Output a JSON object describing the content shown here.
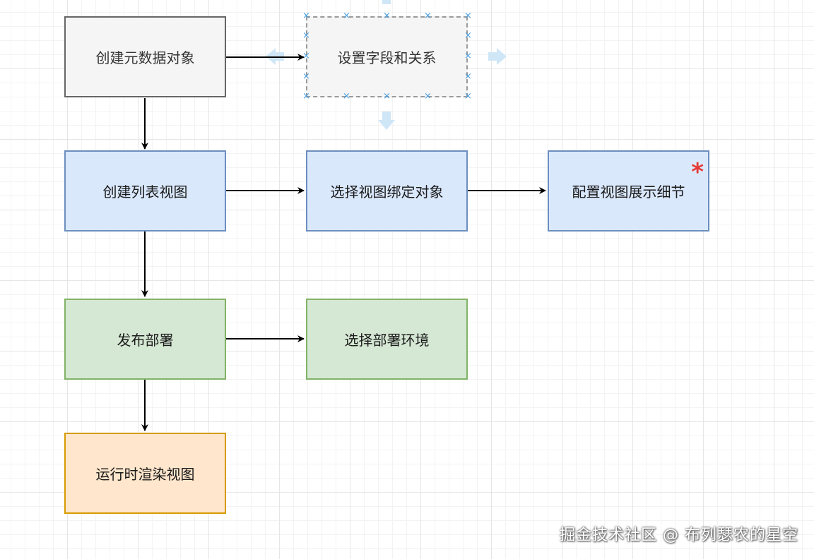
{
  "nodes": {
    "create_metadata": "创建元数据对象",
    "set_fields": "设置字段和关系",
    "create_list_view": "创建列表视图",
    "select_bind_object": "选择视图绑定对象",
    "configure_view_details": "配置视图展示细节",
    "publish_deploy": "发布部署",
    "select_environment": "选择部署环境",
    "runtime_render": "运行时渲染视图"
  },
  "marker": "*",
  "watermark": "掘金技术社区 @ 布列瑟农的星空",
  "colors": {
    "gray_fill": "#f5f5f5",
    "blue_fill": "#dae8fc",
    "green_fill": "#d5e8d4",
    "orange_fill": "#ffe6cc",
    "marker": "#e53935",
    "selection_handles": "#4a9fe0"
  }
}
